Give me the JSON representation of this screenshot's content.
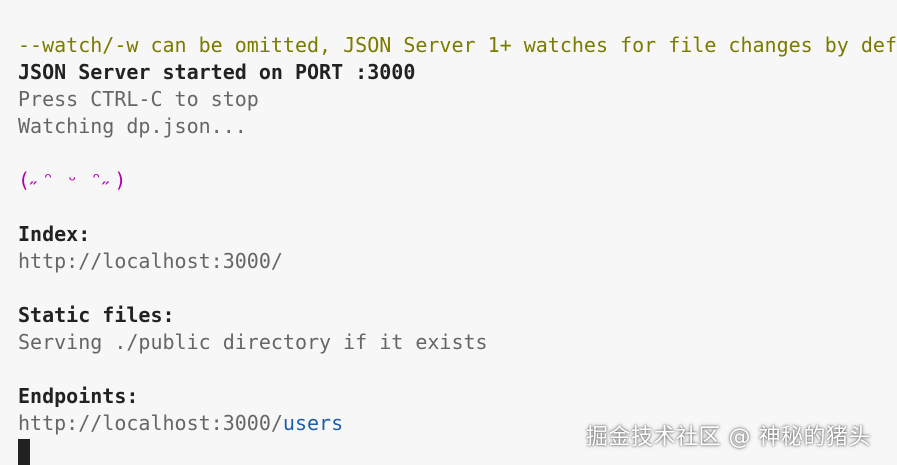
{
  "terminal": {
    "warning_line": "--watch/-w can be omitted, JSON Server 1+ watches for file changes by def",
    "started_line": "JSON Server started on PORT :3000",
    "stop_hint": "Press CTRL-C to stop",
    "watching_line": "Watching dp.json...",
    "kaomoji": "(˶ᵔ ᵕ ᵔ˶)",
    "index_heading": "Index:",
    "index_url": "http://localhost:3000/",
    "static_heading": "Static files:",
    "static_desc": "Serving ./public directory if it exists",
    "endpoints_heading": "Endpoints:",
    "endpoint_base": "http://localhost:3000/",
    "endpoint_resource": "users"
  },
  "watermark": {
    "text": "掘金技术社区 @ 神秘的猪头"
  },
  "colors": {
    "background": "#f7f7f7",
    "warning": "#7b7b00",
    "kaomoji": "#b000b0",
    "link_resource": "#1f5fa8"
  }
}
